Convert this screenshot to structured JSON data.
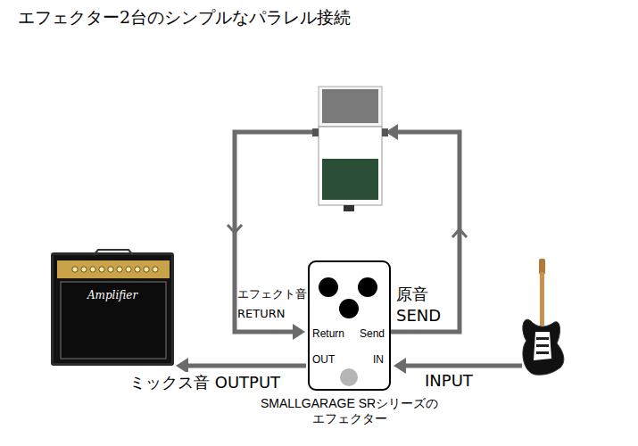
{
  "diagram": {
    "title": "エフェクター2台のシンプルなパラレル接続",
    "nodes": [
      {
        "text": [
          "Amplifier"
        ]
      },
      {
        "text": [
          "Return",
          "Send",
          "OUT",
          "IN",
          "SMALLGARAGE SRシリーズのエフェクター"
        ]
      }
    ],
    "edges": [
      {
        "from": 1,
        "to": 0,
        "arrow": "to",
        "label": "ミックス音 OUTPUT"
      }
    ],
    "labels": [
      "エフェクト音 RETURN",
      "原音 SEND",
      "INPUT"
    ]
  }
}
